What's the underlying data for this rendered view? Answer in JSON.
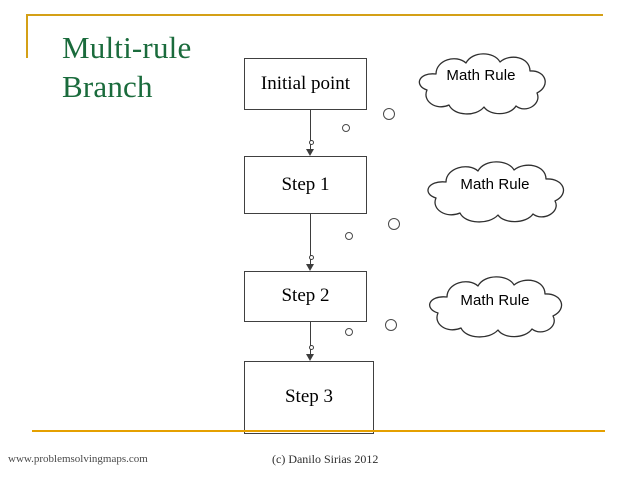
{
  "slide": {
    "title_lines": [
      "Multi-rule",
      "Branch"
    ],
    "title_color": "#1a6b3c",
    "accent_color": "#d4a017",
    "background": "#ffffff"
  },
  "flow": {
    "boxes": [
      {
        "id": "initial",
        "label": "Initial point"
      },
      {
        "id": "step1",
        "label": "Step 1"
      },
      {
        "id": "step2",
        "label": "Step 2"
      },
      {
        "id": "step3",
        "label": "Step 3"
      }
    ],
    "connector_icon": "down-arrow-icon",
    "connectors": [
      {
        "from": "initial",
        "to": "step1"
      },
      {
        "from": "step1",
        "to": "step2"
      },
      {
        "from": "step2",
        "to": "step3"
      }
    ]
  },
  "clouds": [
    {
      "id": "cloud-1",
      "label": "Math Rule",
      "attached_to": "initial"
    },
    {
      "id": "cloud-2",
      "label": "Math Rule",
      "attached_to": "step1"
    },
    {
      "id": "cloud-3",
      "label": "Math Rule",
      "attached_to": "step2"
    }
  ],
  "footer": {
    "site": "www.problemsolvingmaps.com",
    "copyright": "(c) Danilo Sirias 2012"
  }
}
